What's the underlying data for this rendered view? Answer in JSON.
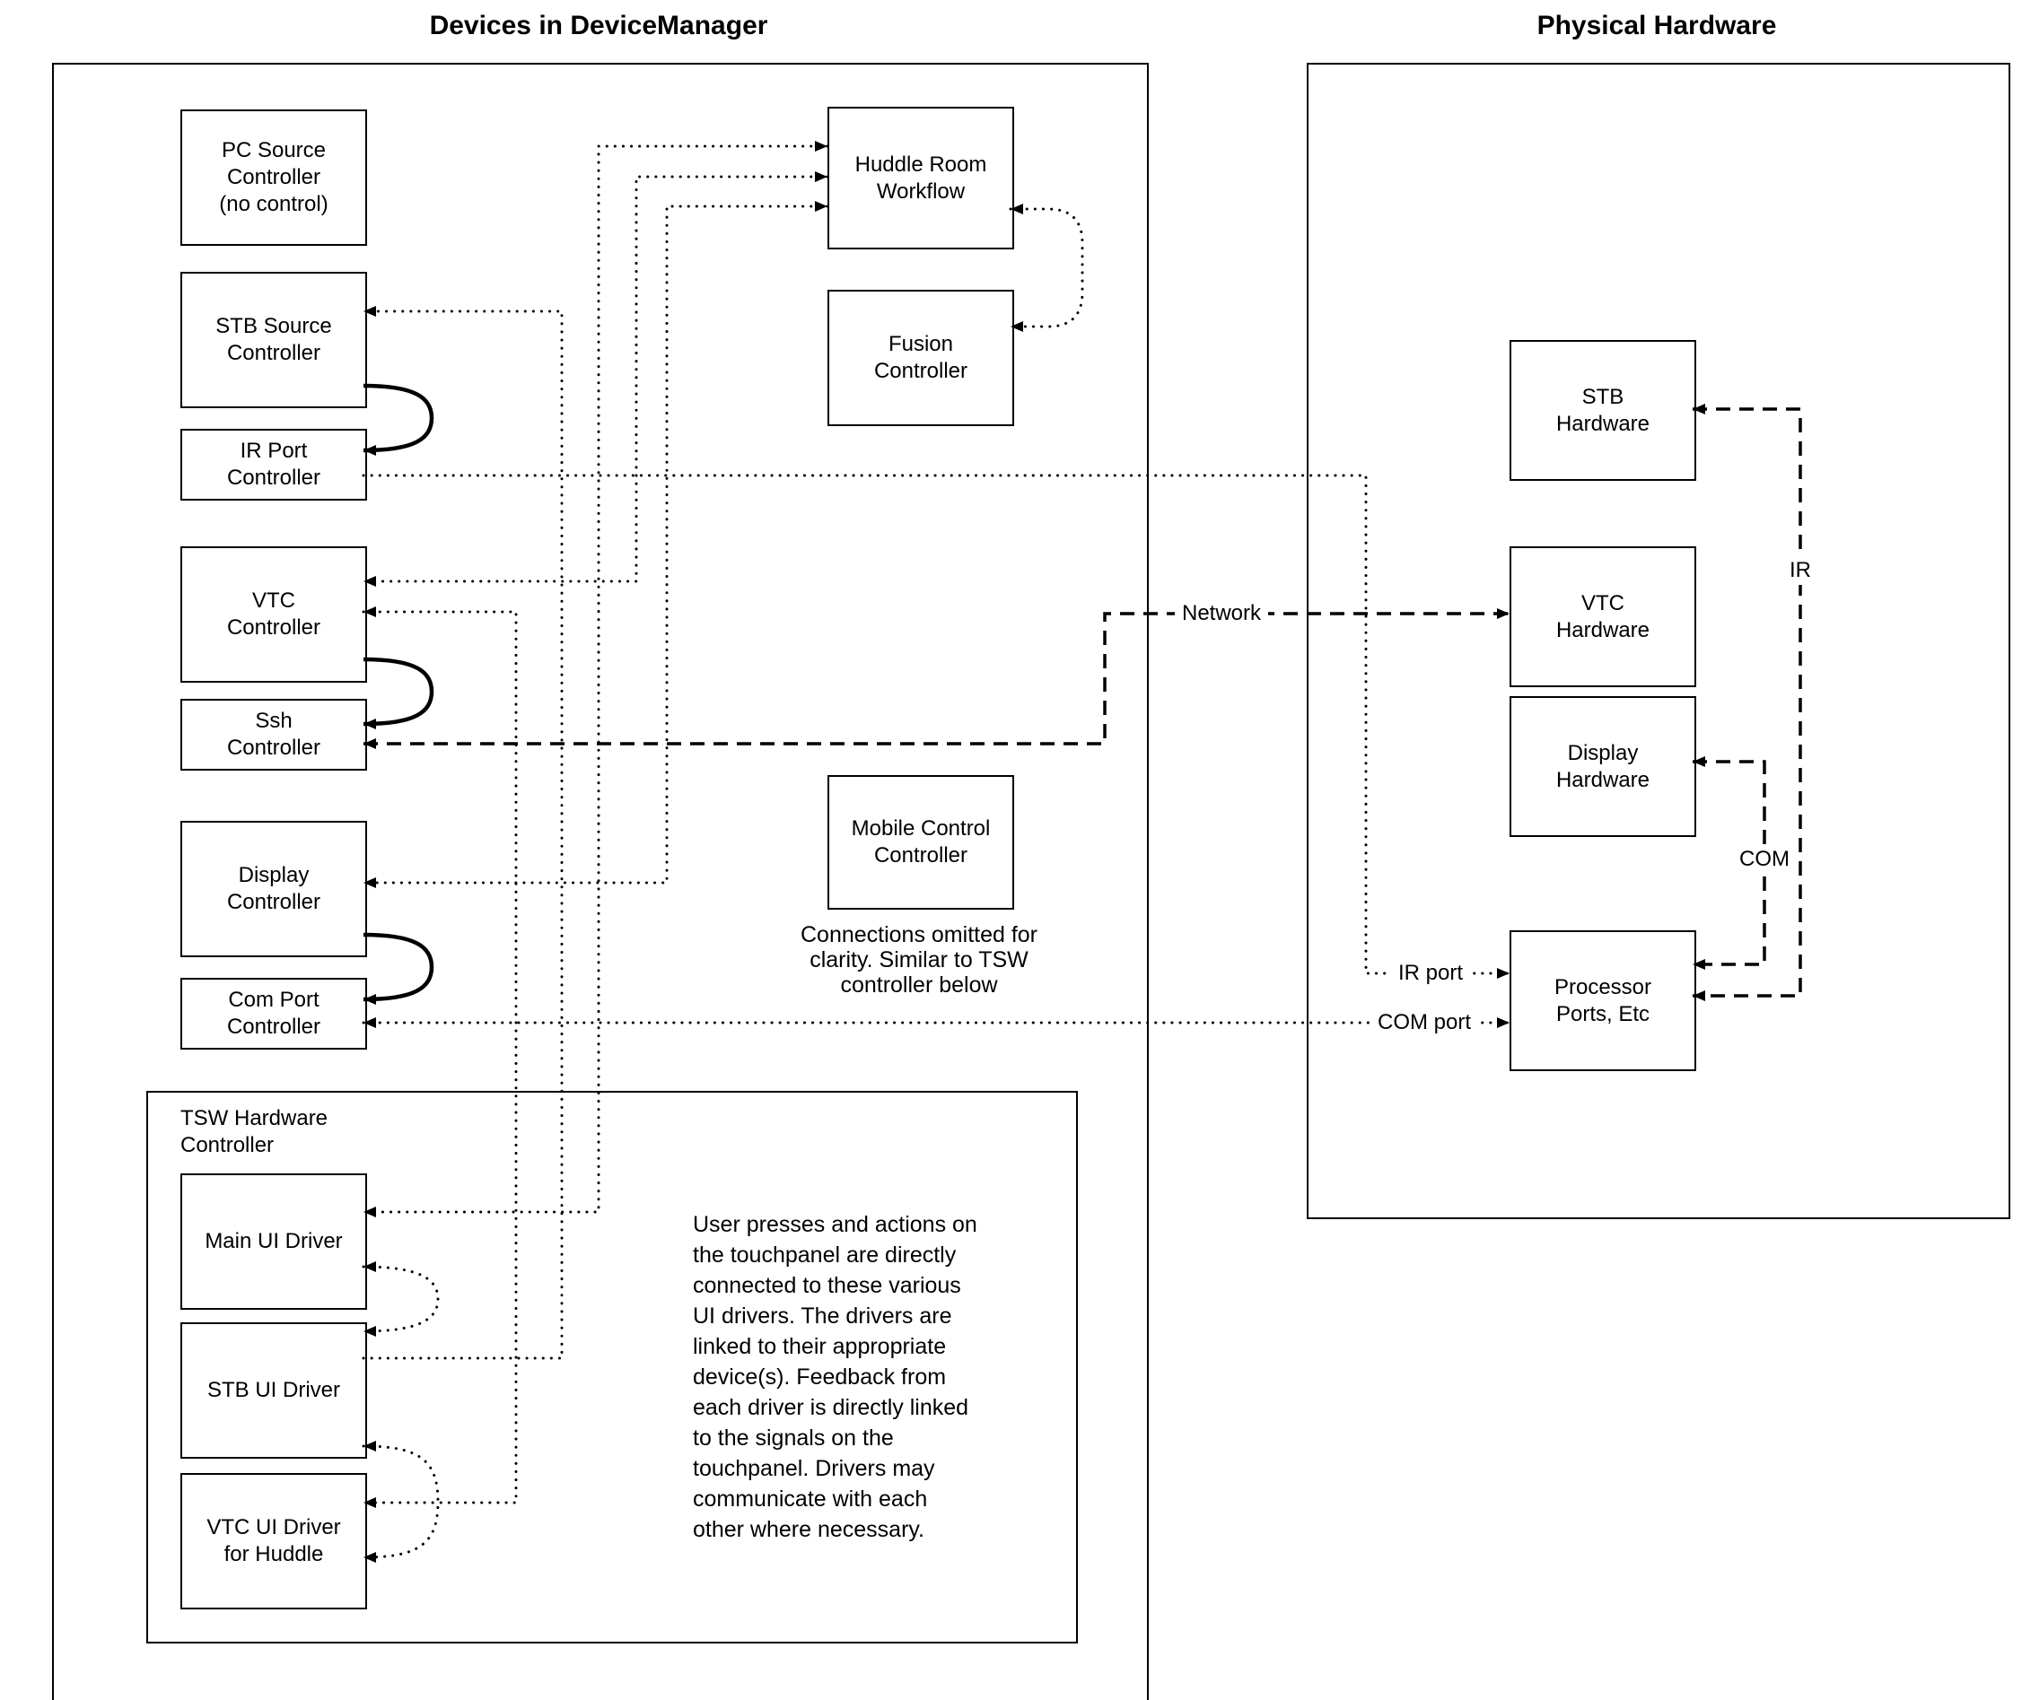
{
  "left_panel": {
    "title": "Devices in DeviceManager",
    "controllers": {
      "pc_source": "PC Source\nController\n(no control)",
      "stb_source": "STB Source\nController",
      "ir_port": "IR Port\nController",
      "vtc": "VTC\nController",
      "ssh": "Ssh\nController",
      "display": "Display\nController",
      "com_port": "Com Port\nController",
      "huddle": "Huddle Room\nWorkflow",
      "fusion": "Fusion\nController",
      "mobile": "Mobile Control\nController"
    },
    "mobile_note": "Connections omitted for\nclarity. Similar to TSW\ncontroller below",
    "tsw": {
      "label": "TSW Hardware\nController",
      "drivers": {
        "main_ui": "Main UI Driver",
        "stb_ui": "STB UI Driver",
        "vtc_ui": "VTC UI Driver\nfor Huddle"
      },
      "description": "User presses and actions on\nthe touchpanel are directly\nconnected to these various\nUI drivers.  The drivers are\nlinked to their appropriate\ndevice(s). Feedback from\neach driver is directly linked\nto the signals on the\ntouchpanel. Drivers may\ncommunicate with each\nother where necessary."
    }
  },
  "right_panel": {
    "title": "Physical Hardware",
    "hardware": {
      "stb_hw": "STB\nHardware",
      "vtc_hw": "VTC\nHardware",
      "display_hw": "Display\nHardware",
      "processor": "Processor\nPorts, Etc"
    }
  },
  "edge_labels": {
    "network": "Network",
    "ir": "IR",
    "com": "COM",
    "ir_port": "IR port",
    "com_port": "COM port"
  },
  "colors": {
    "line": "#000000",
    "background": "#ffffff",
    "text": "#000000"
  }
}
